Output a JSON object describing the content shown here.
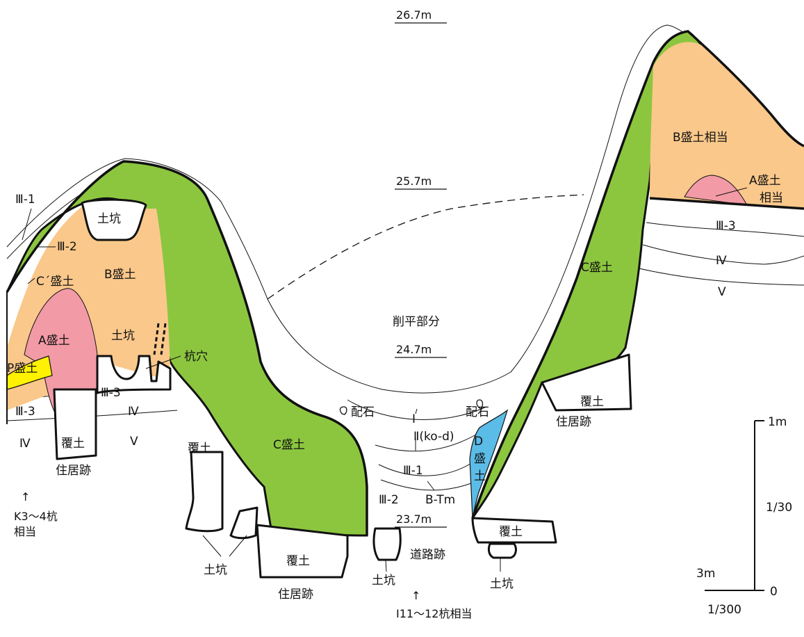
{
  "colors": {
    "green": "#8cc63f",
    "orange": "#fac88b",
    "pink": "#f29aa6",
    "yellow": "#fff200",
    "blue": "#5bbce8"
  },
  "elevations": [
    "26.7m",
    "25.7m",
    "24.7m",
    "23.7m"
  ],
  "labels": {
    "iii1_left": "Ⅲ-1",
    "iii2_left": "Ⅲ-2",
    "c_prime": "C´盛土",
    "b_left": "B盛土",
    "dokou_top": "土坑",
    "a_left": "A盛土",
    "dokou_mid": "土坑",
    "kuiana": "杭穴",
    "p_mori": "P盛土",
    "iii3_mid": "Ⅲ-3",
    "iii3_left": "Ⅲ-3",
    "iv_left2": "Ⅳ",
    "v_left": "Ⅴ",
    "iv_left": "Ⅳ",
    "fukudo_left": "覆土",
    "jukyo_left": "住居跡",
    "k3": "↑",
    "k3_line1": "K3〜4杭",
    "k3_line2": "相当",
    "fukudo_mid": "覆土",
    "c_left": "C盛土",
    "dokou_bottom_left": "土坑",
    "fukudo_center": "覆土",
    "jukyo_center": "住居跡",
    "haiseki_left": "配石",
    "i_center": "Ⅰ",
    "ii_center": "Ⅱ(ko-d)",
    "iii1_center": "Ⅲ-1",
    "btm": "B-Tm",
    "iii2_center": "Ⅲ-2",
    "doro": "道路跡",
    "dokou_center": "土坑",
    "i11_arrow": "↑",
    "i11": "I11〜12杭相当",
    "haiseki_right": "配石",
    "d_1": "D",
    "d_2": "盛",
    "d_3": "土",
    "fukudo_right_low": "覆土",
    "dokou_right": "土坑",
    "c_right": "C盛土",
    "fukudo_right": "覆土",
    "jukyo_right": "住居跡",
    "b_right": "B盛土相当",
    "a_right_1": "A盛土",
    "a_right_2": "相当",
    "iii3_right": "Ⅲ-3",
    "iv_right": "Ⅳ",
    "v_right": "Ⅴ",
    "sakuhei": "削平部分"
  },
  "scale": {
    "v_top": "1m",
    "v_ratio": "1/30",
    "v_zero": "0",
    "h_len": "3m",
    "h_ratio": "1/300"
  }
}
